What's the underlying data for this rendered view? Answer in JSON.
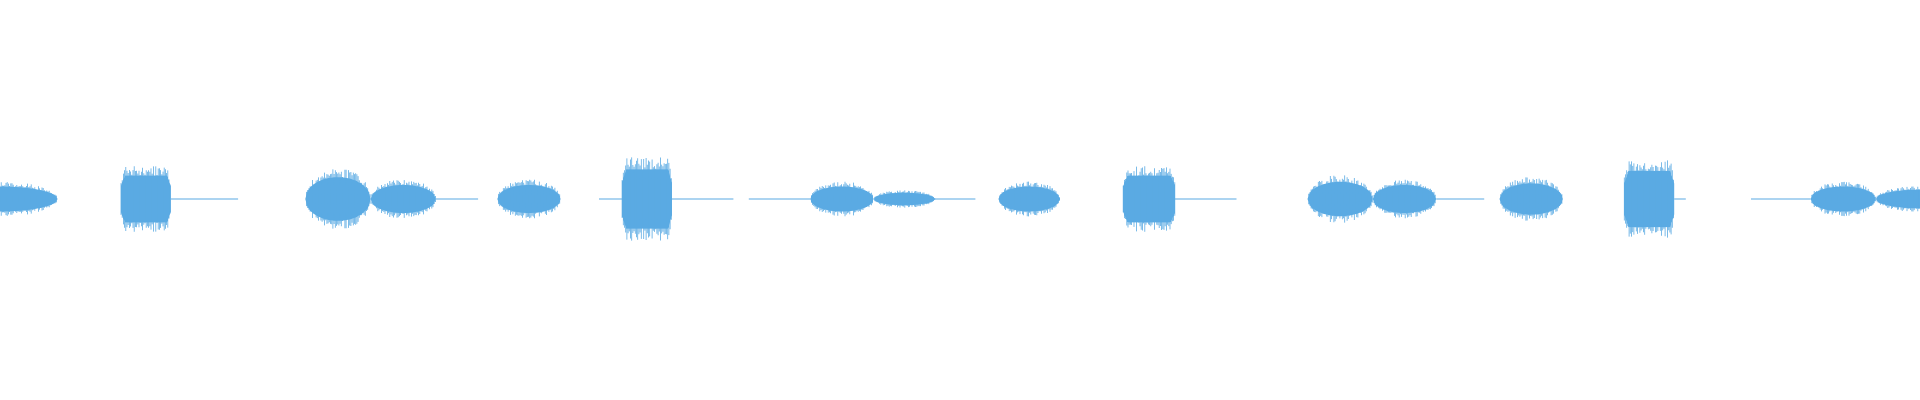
{
  "waveform": {
    "color": "#5aaae3",
    "background": "#ffffff",
    "segments": [
      {
        "type": "burst",
        "start": 0.0,
        "end": 0.03,
        "amp": 0.04,
        "shape": "ellipse-left"
      },
      {
        "type": "burst",
        "start": 0.063,
        "end": 0.089,
        "amp": 0.075,
        "shape": "flat"
      },
      {
        "type": "line",
        "start": 0.089,
        "end": 0.124
      },
      {
        "type": "burst",
        "start": 0.159,
        "end": 0.193,
        "amp": 0.07,
        "shape": "ellipse"
      },
      {
        "type": "burst",
        "start": 0.193,
        "end": 0.227,
        "amp": 0.045,
        "shape": "ellipse"
      },
      {
        "type": "line",
        "start": 0.227,
        "end": 0.249
      },
      {
        "type": "burst",
        "start": 0.259,
        "end": 0.292,
        "amp": 0.045,
        "shape": "ellipse"
      },
      {
        "type": "line",
        "start": 0.312,
        "end": 0.325
      },
      {
        "type": "burst",
        "start": 0.324,
        "end": 0.35,
        "amp": 0.095,
        "shape": "flat"
      },
      {
        "type": "line",
        "start": 0.35,
        "end": 0.382
      },
      {
        "type": "line",
        "start": 0.39,
        "end": 0.422
      },
      {
        "type": "burst",
        "start": 0.422,
        "end": 0.455,
        "amp": 0.04,
        "shape": "ellipse"
      },
      {
        "type": "burst",
        "start": 0.455,
        "end": 0.487,
        "amp": 0.02,
        "shape": "ellipse"
      },
      {
        "type": "line",
        "start": 0.487,
        "end": 0.508
      },
      {
        "type": "burst",
        "start": 0.52,
        "end": 0.552,
        "amp": 0.04,
        "shape": "ellipse"
      },
      {
        "type": "burst",
        "start": 0.585,
        "end": 0.612,
        "amp": 0.075,
        "shape": "flat"
      },
      {
        "type": "line",
        "start": 0.612,
        "end": 0.644
      },
      {
        "type": "burst",
        "start": 0.681,
        "end": 0.715,
        "amp": 0.055,
        "shape": "ellipse"
      },
      {
        "type": "burst",
        "start": 0.715,
        "end": 0.748,
        "amp": 0.045,
        "shape": "ellipse"
      },
      {
        "type": "line",
        "start": 0.748,
        "end": 0.773
      },
      {
        "type": "burst",
        "start": 0.781,
        "end": 0.814,
        "amp": 0.05,
        "shape": "ellipse"
      },
      {
        "type": "burst",
        "start": 0.846,
        "end": 0.872,
        "amp": 0.09,
        "shape": "flat"
      },
      {
        "type": "line",
        "start": 0.872,
        "end": 0.878
      },
      {
        "type": "line",
        "start": 0.912,
        "end": 0.943
      },
      {
        "type": "burst",
        "start": 0.943,
        "end": 0.977,
        "amp": 0.04,
        "shape": "ellipse"
      },
      {
        "type": "burst",
        "start": 0.977,
        "end": 1.0,
        "amp": 0.03,
        "shape": "ellipse-right"
      }
    ]
  }
}
